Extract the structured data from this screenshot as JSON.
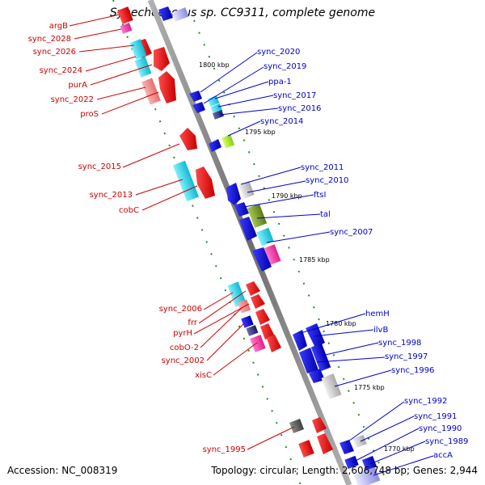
{
  "title": "Synechococcus sp. CC9311, complete genome",
  "accession": "Accession: NC_008319",
  "topology": "Topology: circular; Length: 2,606,748 bp; Genes: 2,944",
  "colors": {
    "forward_label": "#cc0000",
    "reverse_label": "#0000cc",
    "backbone": "#888888",
    "dots": "#2a8a2a"
  },
  "scale_labels": [
    "1800 kbp",
    "1795 kbp",
    "1790 kbp",
    "1785 kbp",
    "1780 kbp",
    "1775 kbp",
    "1770 kbp"
  ],
  "left_labels": [
    "argB",
    "sync_2028",
    "sync_2026",
    "sync_2024",
    "purA",
    "sync_2022",
    "proS",
    "sync_2015",
    "sync_2013",
    "cobC",
    "sync_2006",
    "frr",
    "pyrH",
    "cobO-2",
    "sync_2002",
    "xisC",
    "sync_1995"
  ],
  "right_labels": [
    "sync_2020",
    "sync_2019",
    "ppa-1",
    "sync_2017",
    "sync_2016",
    "sync_2014",
    "sync_2011",
    "sync_2010",
    "ftsI",
    "tal",
    "sync_2007",
    "hemH",
    "ilvB",
    "sync_1998",
    "sync_1997",
    "sync_1996",
    "sync_1992",
    "sync_1991",
    "sync_1990",
    "sync_1989",
    "accA"
  ]
}
